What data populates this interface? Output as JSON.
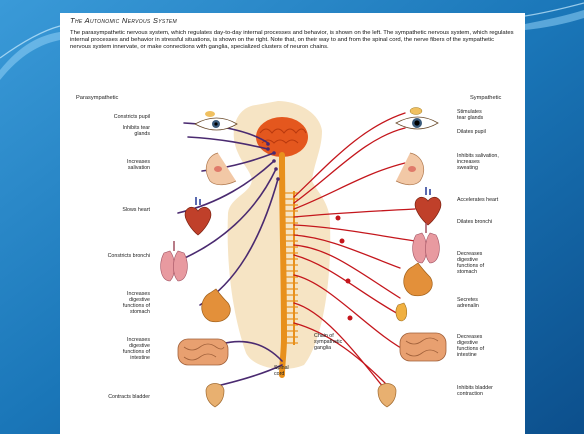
{
  "document": {
    "title": "The Autonomic Nervous System",
    "intro": "The parasympathetic nervous system, which regulates day-to-day internal processes and behavior, is shown on the left. The sympathetic nervous system, which regulates internal processes and behavior in stressful situations, is shown on the right. Note that, on their way to and from the spinal cord, the nerve fibers of the sympathetic nervous system innervate, or make connections with ganglia, specialized clusters of neuron chains."
  },
  "diagram": {
    "parasympathetic_heading": "Parasympathetic",
    "sympathetic_heading": "Sympathetic",
    "parasympathetic_labels": [
      {
        "id": "constricts-pupil",
        "text": "Constricts pupil"
      },
      {
        "id": "inhibits-tear-glands",
        "text": "Inhibits tear\nglands"
      },
      {
        "id": "increases-salivation",
        "text": "Increases\nsalivation"
      },
      {
        "id": "slows-heart",
        "text": "Slows heart"
      },
      {
        "id": "constricts-bronchi",
        "text": "Constricts bronchi"
      },
      {
        "id": "increases-digestive-stomach",
        "text": "Increases\ndigestive\nfunctions of\nstomach"
      },
      {
        "id": "increases-digestive-intestine",
        "text": "Increases\ndigestive\nfunctions of\nintestine"
      },
      {
        "id": "contracts-bladder",
        "text": "Contracts bladder"
      }
    ],
    "sympathetic_labels": [
      {
        "id": "stimulates-tear-glands",
        "text": "Stimulates\ntear glands"
      },
      {
        "id": "dilates-pupil",
        "text": "Dilates pupil"
      },
      {
        "id": "inhibits-salivation",
        "text": "Inhibits salivation,\nincreases\nsweating"
      },
      {
        "id": "accelerates-heart",
        "text": "Accelerates heart"
      },
      {
        "id": "dilates-bronchi",
        "text": "Dilates bronchi"
      },
      {
        "id": "decreases-digestive-stomach",
        "text": "Decreases\ndigestive\nfunctions of\nstomach"
      },
      {
        "id": "secretes-adrenalin",
        "text": "Secretes\nadrenalin"
      },
      {
        "id": "decreases-digestive-intestine",
        "text": "Decreases\ndigestive\nfunctions of\nintestine"
      },
      {
        "id": "inhibits-bladder",
        "text": "Inhibits bladder\ncontraction"
      }
    ],
    "center_labels": {
      "chain": "Chain of\nsympathetic\nganglia",
      "cord": "Spinal\ncord"
    },
    "colors": {
      "parasympathetic_nerve": "#4a2a70",
      "sympathetic_nerve": "#c4161c",
      "spinal_cord": "#e8901c",
      "brain": "#e4571e",
      "body_silhouette": "#f6e4c4",
      "slide_background": "#1a76b8"
    }
  }
}
